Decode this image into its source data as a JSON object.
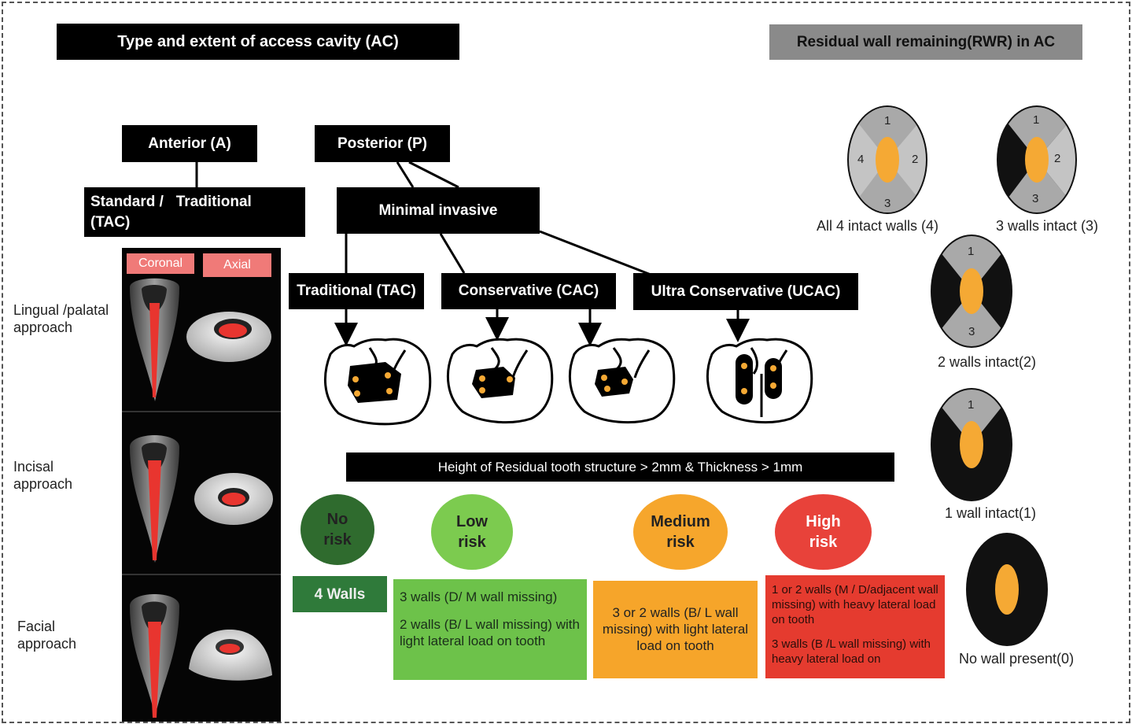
{
  "header": {
    "left_title": "Type and extent of access cavity (AC)",
    "right_title": "Residual wall remaining(RWR) in AC"
  },
  "tree": {
    "anterior": "Anterior (A)",
    "posterior": "Posterior (P)",
    "standard_line1": "Standard /   Traditional",
    "standard_line2": "(TAC)",
    "minimal": "Minimal invasive",
    "traditional": "Traditional (TAC)",
    "conservative": "Conservative (CAC)",
    "ultra": "Ultra Conservative (UCAC)"
  },
  "anterior_panel": {
    "coronal": "Coronal",
    "axial": "Axial",
    "rows": [
      "Lingual /palatal approach",
      "Incisal approach",
      "Facial approach"
    ]
  },
  "height_bar": "Height of Residual tooth structure > 2mm & Thickness > 1mm",
  "risks": [
    {
      "label": "No risk",
      "color": "#2f6b2e",
      "text_color": "#222"
    },
    {
      "label": "Low risk",
      "color": "#7ccb4f",
      "text_color": "#222"
    },
    {
      "label": "Medium risk",
      "color": "#f6a62c",
      "text_color": "#222"
    },
    {
      "label": "High risk",
      "color": "#e8423a",
      "text_color": "#fff"
    }
  ],
  "risk_boxes": {
    "no": "4 Walls",
    "low_1": "3 walls (D/ M wall missing)",
    "low_2": "2 walls (B/ L wall missing) with light lateral load on tooth",
    "medium": "3 or 2 walls (B/ L wall missing) with light lateral load on tooth",
    "high_1": "1 or 2 walls (M / D/adjacent wall missing) with heavy lateral load on tooth",
    "high_2": "3 walls (B /L wall missing) with heavy lateral load on"
  },
  "walls": {
    "all4": "All 4 intact walls (4)",
    "three": "3 walls intact (3)",
    "two": "2 walls intact(2)",
    "one": "1 wall intact(1)",
    "none": "No wall present(0)",
    "n1": "1",
    "n2": "2",
    "n3": "3",
    "n4": "4"
  },
  "colors": {
    "cavity_orange": "#f5a934",
    "coronal_red": "#f07a78",
    "low_box": "#6dc24a",
    "medium_box": "#f6a52a",
    "high_box": "#e53b2f",
    "no_box": "#2f7a3a"
  }
}
